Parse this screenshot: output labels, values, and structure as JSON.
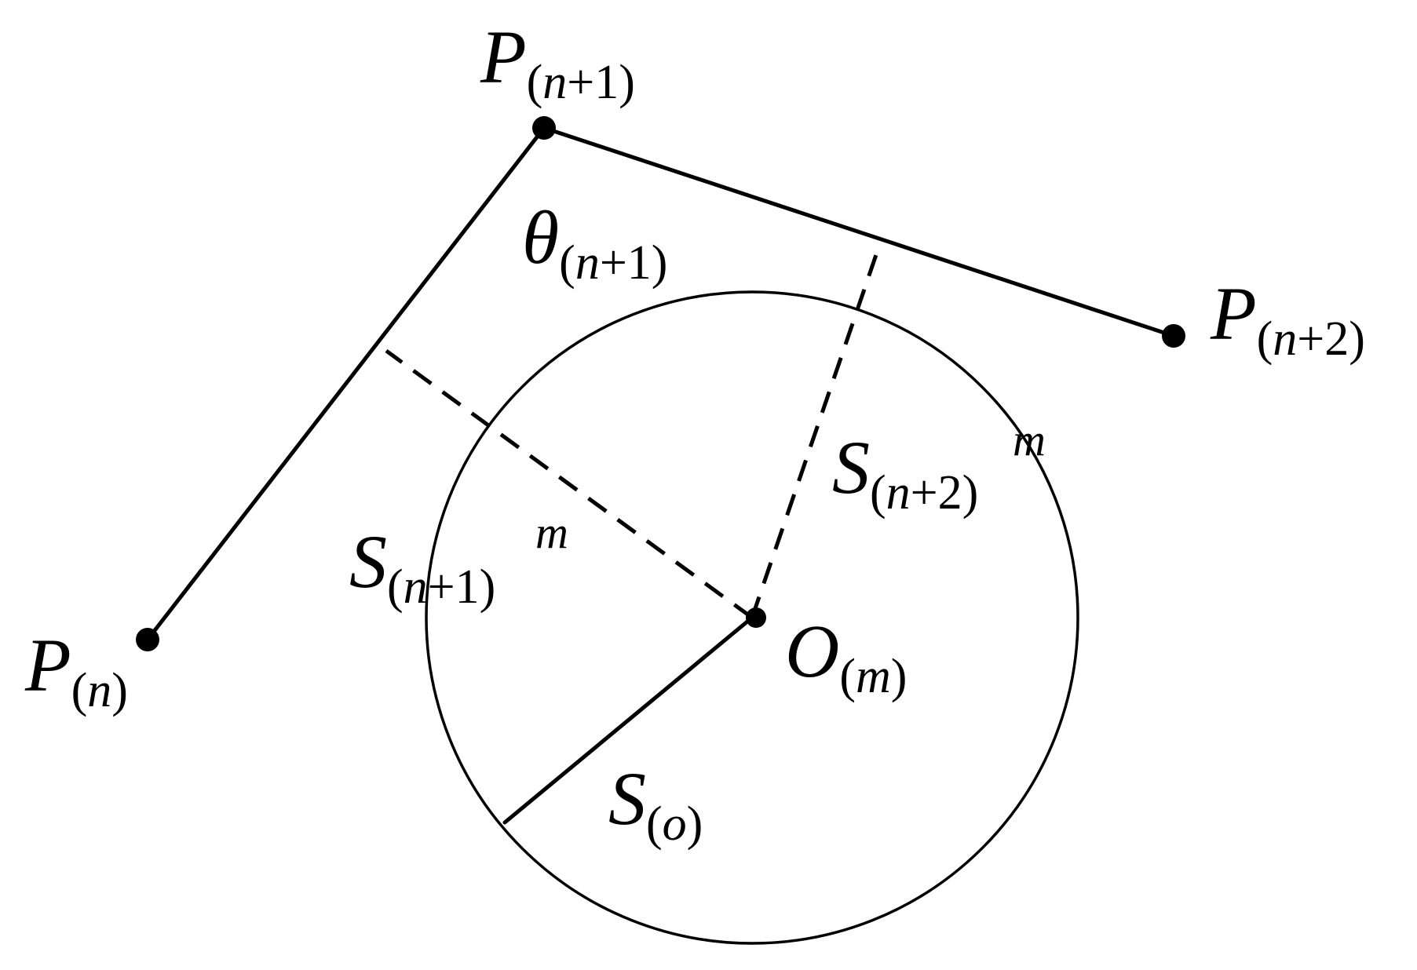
{
  "labels": {
    "p_n": {
      "main": "P",
      "sub_open": "(",
      "sub_var": "n",
      "sub_close": ")"
    },
    "p_n1": {
      "main": "P",
      "sub_open": "(",
      "sub_var": "n",
      "sub_rest": "+1)"
    },
    "p_n2": {
      "main": "P",
      "sub_open": "(",
      "sub_var": "n",
      "sub_rest": "+2)"
    },
    "theta_n1": {
      "main": "θ",
      "sub_open": "(",
      "sub_var": "n",
      "sub_rest": "+1)"
    },
    "s_n1_m": {
      "main": "S",
      "sub_open": "(",
      "sub_var": "n",
      "sub_rest": "+1)",
      "sup": "m"
    },
    "s_n2_m": {
      "main": "S",
      "sub_open": "(",
      "sub_var": "n",
      "sub_rest": "+2)",
      "sup": "m"
    },
    "o_m": {
      "main": "O",
      "sub_open": "(",
      "sub_var": "m",
      "sub_close": ")"
    },
    "s_o": {
      "main": "S",
      "sub_open": "(",
      "sub_var": "o",
      "sub_close": ")"
    }
  },
  "colors": {
    "stroke": "#000000",
    "background": "#ffffff"
  }
}
